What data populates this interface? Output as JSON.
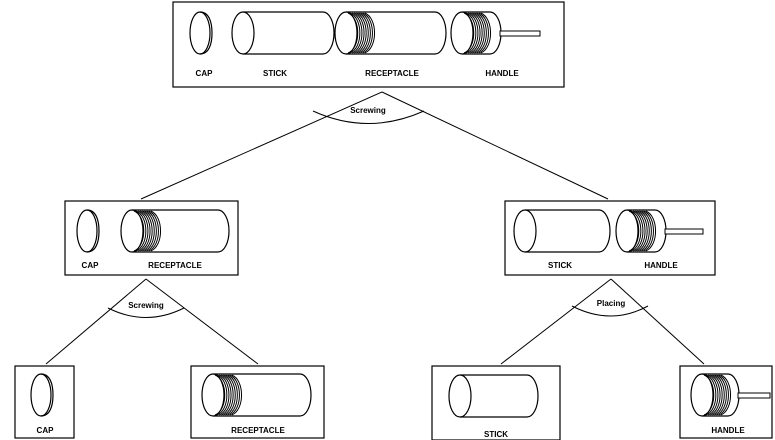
{
  "root": {
    "labels": {
      "cap": "CAP",
      "stick": "STICK",
      "receptacle": "RECEPTACLE",
      "handle": "HANDLE"
    },
    "operation": "Screwing"
  },
  "left": {
    "labels": {
      "cap": "CAP",
      "receptacle": "RECEPTACLE"
    },
    "operation": "Screwing",
    "leaves": {
      "cap": "CAP",
      "receptacle": "RECEPTACLE"
    }
  },
  "right": {
    "labels": {
      "stick": "STICK",
      "handle": "HANDLE"
    },
    "operation": "Placing",
    "leaves": {
      "stick": "STICK",
      "handle": "HANDLE"
    }
  }
}
